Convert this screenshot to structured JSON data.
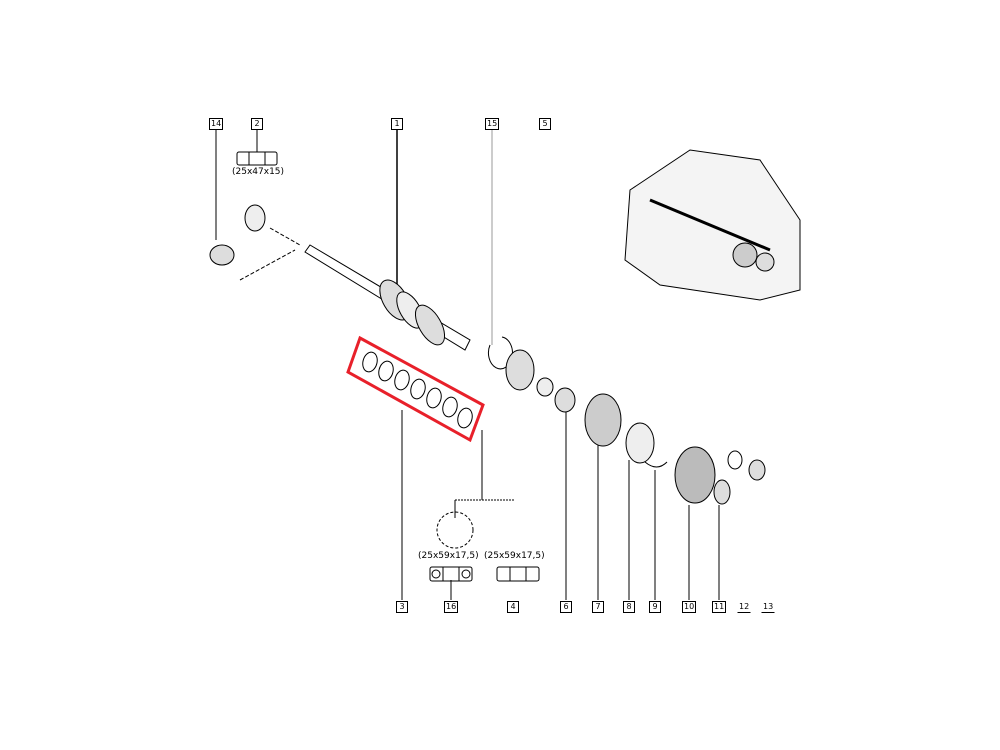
{
  "diagram": {
    "top_refs": [
      "14",
      "2",
      "1",
      "15",
      "5"
    ],
    "bottom_refs": [
      "3",
      "16",
      "4",
      "6",
      "7",
      "8",
      "9",
      "10",
      "11",
      "12",
      "13"
    ],
    "dimensions": {
      "bearing_2": "(25x47x15)",
      "bearing_16": "(25x59x17,5)",
      "bearing_4": "(25x59x17,5)"
    },
    "highlight_color": "#e8202a",
    "highlighted_part": "3"
  }
}
